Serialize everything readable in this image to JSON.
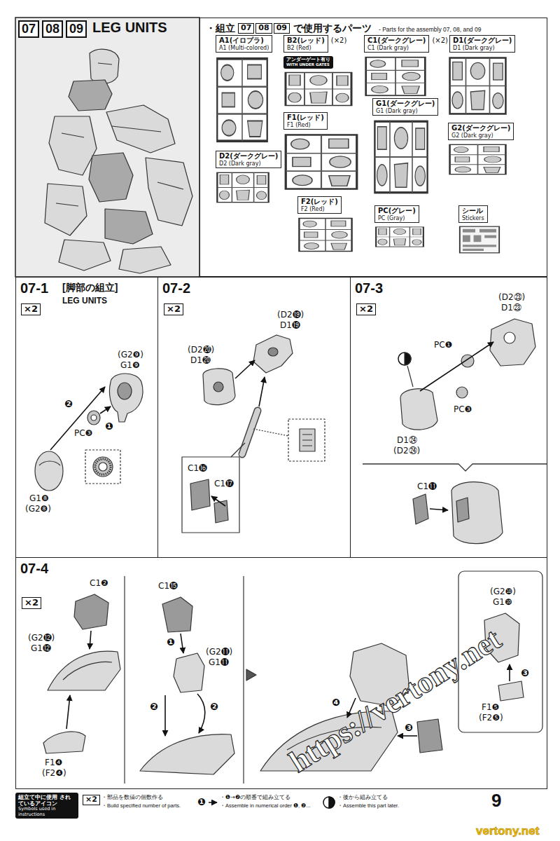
{
  "diagram": {
    "title": "LEG UNITS",
    "nodes": [
      {
        "text": [
          "・組立",
          "で使用するパーツ",
          "- Parts for the assembly 07, 08, and 09"
        ]
      },
      {
        "text": [
          "A1(イロプラ)",
          "A1 (Multi-colored)"
        ],
        "in": 0
      },
      {
        "text": [
          "B2(レッド)",
          "B2 (Red)"
        ],
        "in": 0
      },
      {
        "text": [
          "アンダーゲート有り",
          "WITH UNDER GATES"
        ],
        "in": 0
      },
      {
        "text": [
          "C1(ダークグレー)",
          "C1 (Dark gray)"
        ],
        "in": 0
      },
      {
        "text": [
          "D1(ダークグレー)",
          "D1 (Dark gray)"
        ],
        "in": 0
      },
      {
        "text": [
          "G1(ダークグレー)",
          "G1 (Dark gray)"
        ],
        "in": 0
      },
      {
        "text": [
          "F1(レッド)",
          "F1 (Red)"
        ],
        "in": 0
      },
      {
        "text": [
          "G2(ダークグレー)",
          "G2 (Dark gray)"
        ],
        "in": 0
      },
      {
        "text": [
          "D2(ダークグレー)",
          "D2 (Dark gray)"
        ],
        "in": 0
      },
      {
        "text": [
          "F2(レッド)",
          "F2 (Red)"
        ],
        "in": 0
      },
      {
        "text": [
          "PC(グレー)",
          "PC (Gray)"
        ],
        "in": 0
      },
      {
        "text": [
          "シール",
          "Stickers"
        ],
        "in": 0
      },
      {
        "text": [
          "07-1",
          "[脚部の組立]",
          "LEG UNITS"
        ]
      },
      {
        "text": [
          "07-2"
        ]
      },
      {
        "text": [
          "07-3"
        ]
      },
      {
        "text": [
          "07-4"
        ]
      },
      {
        "text": [
          "組立て中に使用 されているアイコン",
          "Symbols used in instructions"
        ]
      }
    ],
    "labels": [
      "07",
      "08",
      "09",
      "07",
      "08",
      "09",
      "(×2)",
      "(×2)",
      "×2",
      "(G2❾)",
      "G1❾",
      "❷",
      "❶",
      "PC❸",
      "G1❽",
      "(G2❽)",
      "×2",
      "(D2⓳)",
      "D1⓳",
      "(D2⓴)",
      "D1⓴",
      "C1⓰",
      "C1⓱",
      "×2",
      "(D2㉓)",
      "D1㉓",
      "PC❶",
      "PC❸",
      "D1㉔",
      "(D2㉔)",
      "C1⓫",
      "×2",
      "C1❷",
      "(G2⓬)",
      "G1⓬",
      "F1❹",
      "(F2❹)",
      "C1⓯",
      "❶",
      "(G2⓫)",
      "G1⓫",
      "❷",
      "❷",
      "❹",
      "❸",
      "(G2❿)",
      "G1❿",
      "❸",
      "F1❺",
      "(F2❺)",
      "×2",
      "・部品を数値の個数作る",
      "・Build specified number of parts.",
      "❶",
      "・❶→❷の順番で組み立てる",
      "・Assemble in numerical order ❶, ❷...",
      "・後から組み立てる",
      "・Assemble this part later.",
      "9",
      "https://vertony.net",
      "vertony.net"
    ]
  }
}
